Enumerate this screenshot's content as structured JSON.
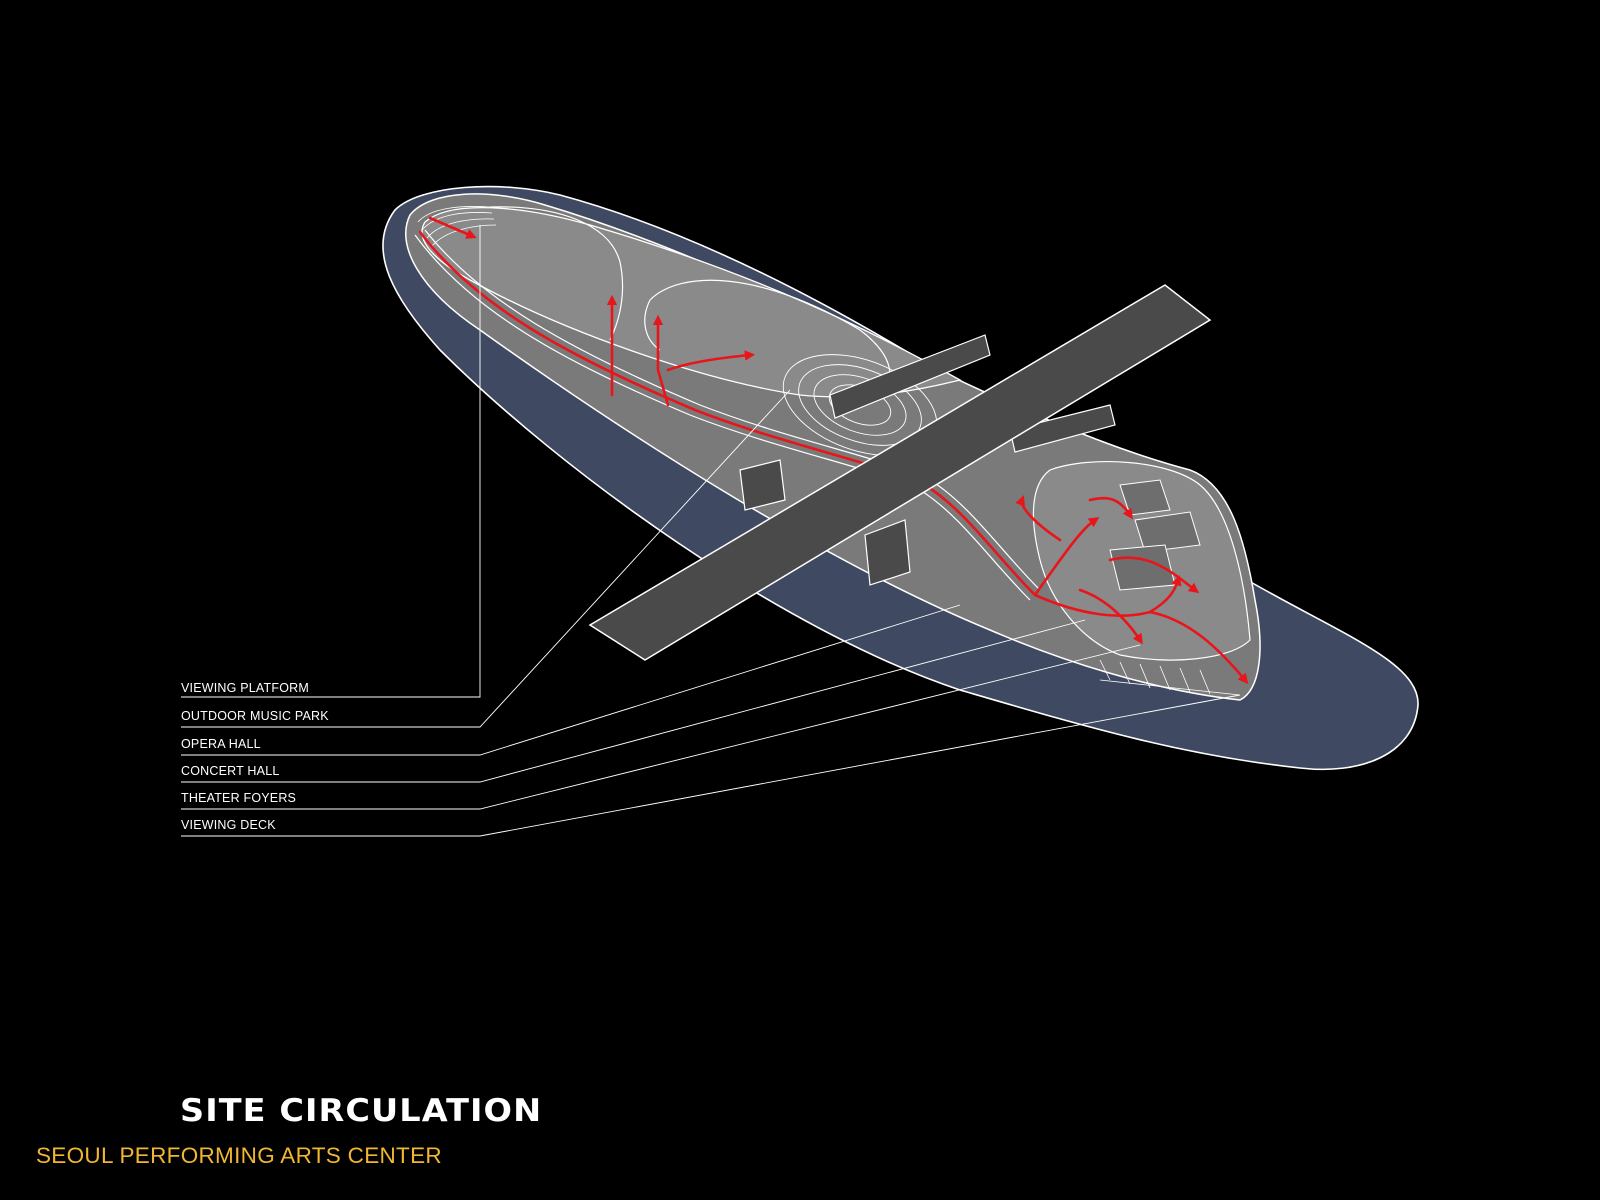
{
  "diagram": {
    "title": "SITE CIRCULATION",
    "subtitle": "SEOUL PERFORMING ARTS CENTER",
    "labels": [
      "VIEWING PLATFORM",
      "OUTDOOR MUSIC PARK",
      "OPERA HALL",
      "CONCERT HALL",
      "THEATER FOYERS",
      "VIEWING DECK"
    ]
  },
  "colors": {
    "background": "#000000",
    "outline": "#ffffff",
    "circulation": "#e8151b",
    "base": "#3f4a62",
    "mass": "#7a7a7a",
    "bridge": "#4a4a4a",
    "subtitle": "#f2b632"
  }
}
